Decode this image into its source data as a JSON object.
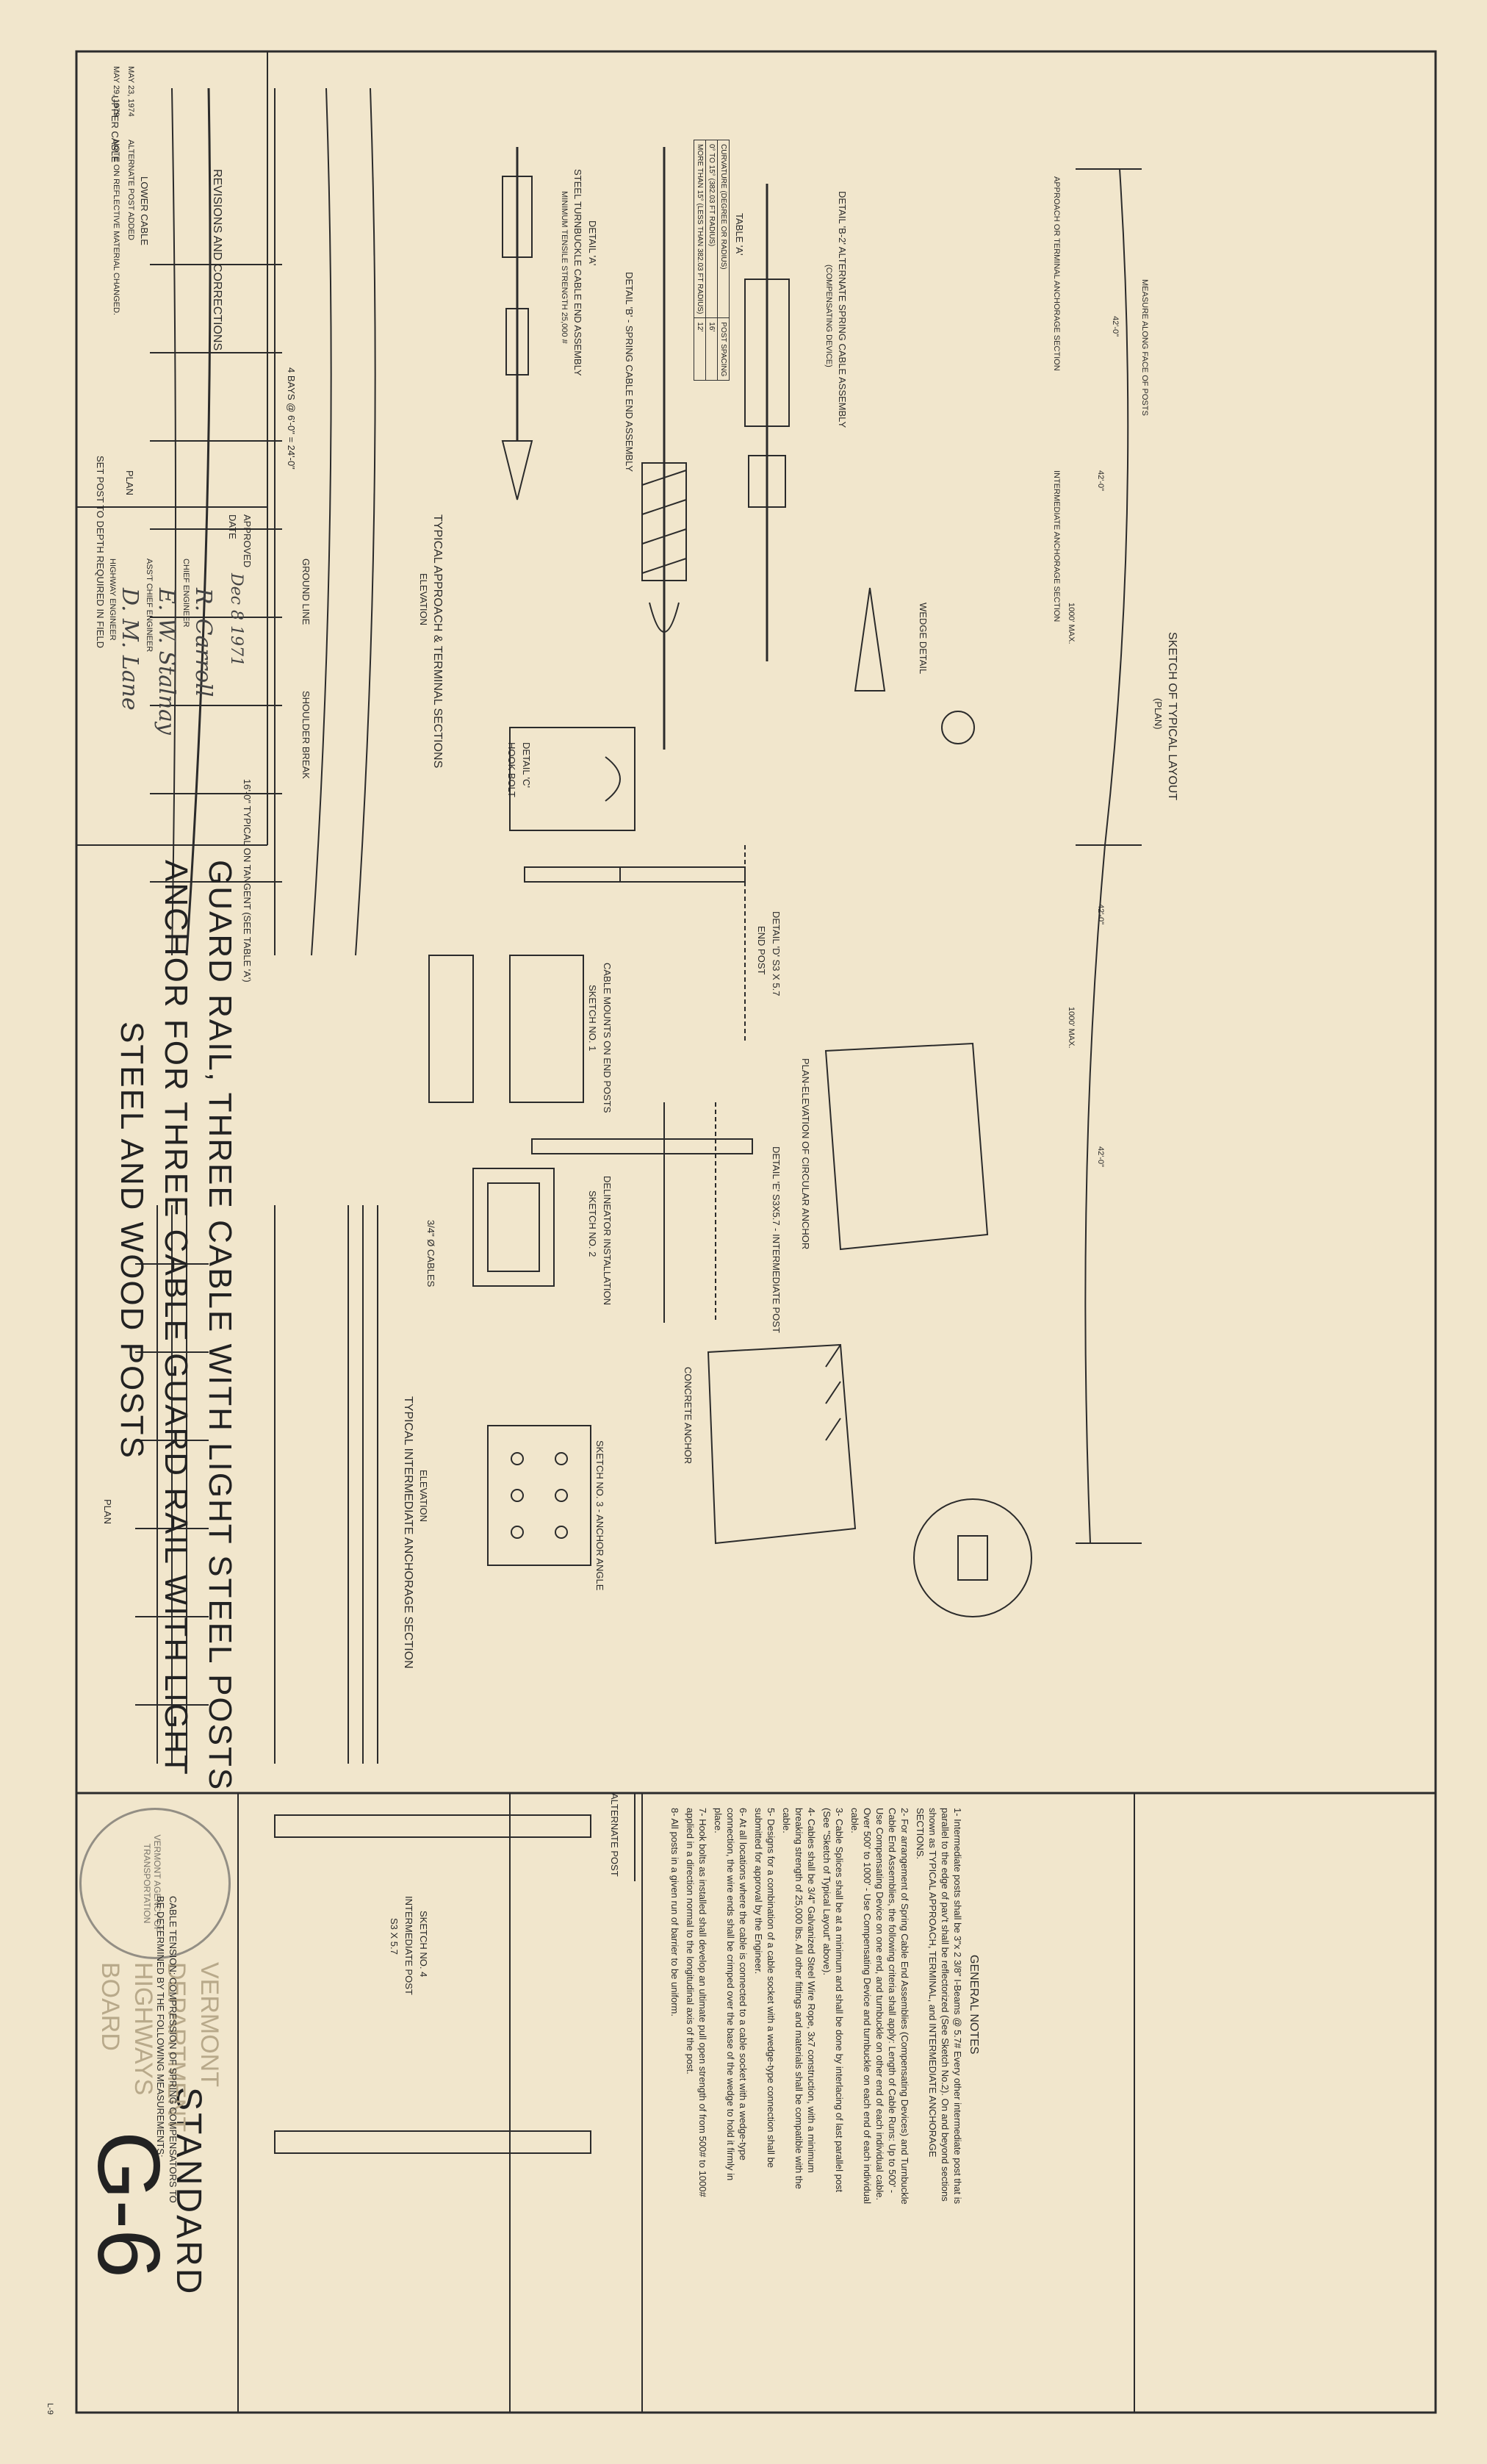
{
  "sheet": {
    "title_line1": "GUARD RAIL, THREE CABLE WITH LIGHT STEEL POSTS",
    "title_line2": "ANCHOR FOR THREE CABLE GUARD RAIL WITH LIGHT",
    "title_line3": "STEEL AND WOOD POSTS",
    "standard_label": "STANDARD",
    "sheet_number": "G-6",
    "agency": "VERMONT AGENCY OF TRANSPORTATION",
    "stamp_line1": "VERMONT",
    "stamp_line2": "DEPARTMENT",
    "stamp_line3": "HIGHWAYS",
    "stamp_line4": "BOARD",
    "corner_mark": "L-9"
  },
  "revisions": {
    "heading": "REVISIONS AND CORRECTIONS",
    "rows": [
      {
        "date": "MAY 23, 1974",
        "note": "ALTERNATE POST ADDED"
      },
      {
        "date": "MAY 29, 1979",
        "note": "NOTE ON REFLECTIVE MATERIAL CHANGED."
      }
    ]
  },
  "approval": {
    "approved_label": "APPROVED",
    "date_label": "DATE",
    "date_value": "Dec 8 1971",
    "sig1": "R. Carroll",
    "role1": "CHIEF ENGINEER",
    "sig2": "E. W. Stalnay",
    "role2": "ASS'T CHIEF ENGINEER",
    "sig3": "D. M. Lane",
    "role3": "HIGHWAY ENGINEER"
  },
  "sections": {
    "approach": "TYPICAL APPROACH & TERMINAL SECTIONS",
    "intermediate": "TYPICAL INTERMEDIATE ANCHORAGE SECTION",
    "elevation": "ELEVATION",
    "plan": "PLAN",
    "typical_layout": "SKETCH OF TYPICAL LAYOUT",
    "typical_layout_sub": "(PLAN)",
    "wedge": "WEDGE DETAIL",
    "detail_a": "DETAIL 'A'",
    "detail_a_sub": "STEEL TURNBUCKLE CABLE END ASSEMBLY",
    "detail_a_sub2": "MINIMUM TENSILE STRENGTH 25,000 #",
    "detail_b": "DETAIL 'B' - SPRING CABLE END ASSEMBLY",
    "detail_b2": "DETAIL 'B-2' ALTERNATE SPRING CABLE ASSEMBLY",
    "detail_b2_sub": "(COMPENSATING DEVICE)",
    "detail_c": "DETAIL 'C'",
    "detail_c_sub": "HOOK BOLT",
    "detail_d": "DETAIL 'D' S3 X 5.7",
    "detail_d_sub": "END POST",
    "detail_e": "DETAIL 'E' S3X5.7 - INTERMEDIATE POST",
    "sketch1": "SKETCH NO. 1",
    "sketch1_sub": "CABLE MOUNTS ON END POSTS",
    "sketch2": "SKETCH NO. 2",
    "sketch2_sub": "DELINEATOR INSTALLATION",
    "sketch3": "SKETCH NO. 3 - ANCHOR ANGLE",
    "sketch4": "SKETCH NO. 4",
    "sketch4_sub": "INTERMEDIATE POST",
    "sketch4_sub2": "S3 X 5.7",
    "alt_post": "ALTERNATE POST",
    "circular_anchor": "PLAN-ELEVATION OF CIRCULAR ANCHOR",
    "concrete_anchor": "CONCRETE ANCHOR",
    "ground_line": "GROUND LINE",
    "shoulder_break": "SHOULDER BREAK",
    "cables": "3/4\" Ø CABLES",
    "tension_note": "CABLE TENSION: COMPRESSION OF SPRING COMPENSATORS TO BE DETERMINED BY THE FOLLOWING MEASUREMENTS:",
    "upper_cable": "UPPER CABLE",
    "lower_cable": "LOWER CABLE",
    "set_post": "SET POST TO DEPTH REQUIRED IN FIELD",
    "spacing_label": "4 BAYS @ 6'-0\" = 24'-0\"",
    "typ_spacing": "16'-0\" TYPICAL ON TANGENT (SEE TABLE 'A')"
  },
  "table_a": {
    "title": "TABLE 'A'",
    "headers": [
      "CURVATURE (DEGREE OR RADIUS)",
      "POST SPACING"
    ],
    "rows": [
      [
        "0° TO 15° (382.03 FT RADIUS)",
        "16'"
      ],
      [
        "MORE THAN 15° (LESS THAN 382.03 FT RADIUS)",
        "12'"
      ]
    ]
  },
  "layout_dims": {
    "d1": "42'-0\"",
    "d2": "1000' MAX.",
    "d3": "42'-0\"",
    "d4": "42'-0\"",
    "d5": "1000' MAX.",
    "d6": "42'-0\"",
    "l1": "APPROACH OR TERMINAL ANCHORAGE SECTION",
    "l2": "INTERMEDIATE ANCHORAGE SECTION",
    "l3": "MEASURE ALONG FACE OF POSTS"
  },
  "notes": {
    "heading": "GENERAL NOTES",
    "items": [
      "1- Intermediate posts shall be 3\"x 2 3/8\" I-Beams @ 5.7# Every other intermediate post that is parallel to the edge of pav't shall be reflectorized (See Sketch No.2). On and beyond sections shown as TYPICAL APPROACH, TERMINAL, and INTERMEDIATE ANCHORAGE SECTIONS.",
      "2- For arrangement of Spring Cable End Assemblies (Compensating Devices) and Turnbuckle Cable End Assemblies, the following criteria shall apply: Length of Cable Runs: Up to 500' - Use Compensating Device on one end, and turnbuckle on other end of each individual cable. Over 500' to 1000' - Use Compensating Device and turnbuckle on each end of each individual cable.",
      "3- Cable Splices shall be at a minimum and shall be done by interlacing of last parallel post (See \"Sketch of Typical Layout\" above).",
      "4- Cables shall be 3/4\" Galvanized Steel Wire Rope, 3x7 construction, with a minimum breaking strength of 25,000 lbs. All other fittings and materials shall be compatible with the cable.",
      "5- Designs for a combination of a cable socket with a wedge-type connection shall be submitted for approval by the Engineer.",
      "6- At all locations where the cable is connected to a cable socket with a wedge-type connection, the wire ends shall be crimped over the base of the wedge to hold it firmly in place.",
      "7- Hook bolts as installed shall develop an ultimate pull open strength of from 500# to 1000# applied in a direction normal to the longitudinal axis of the post.",
      "8- All posts in a given run of barrier to be uniform."
    ]
  }
}
